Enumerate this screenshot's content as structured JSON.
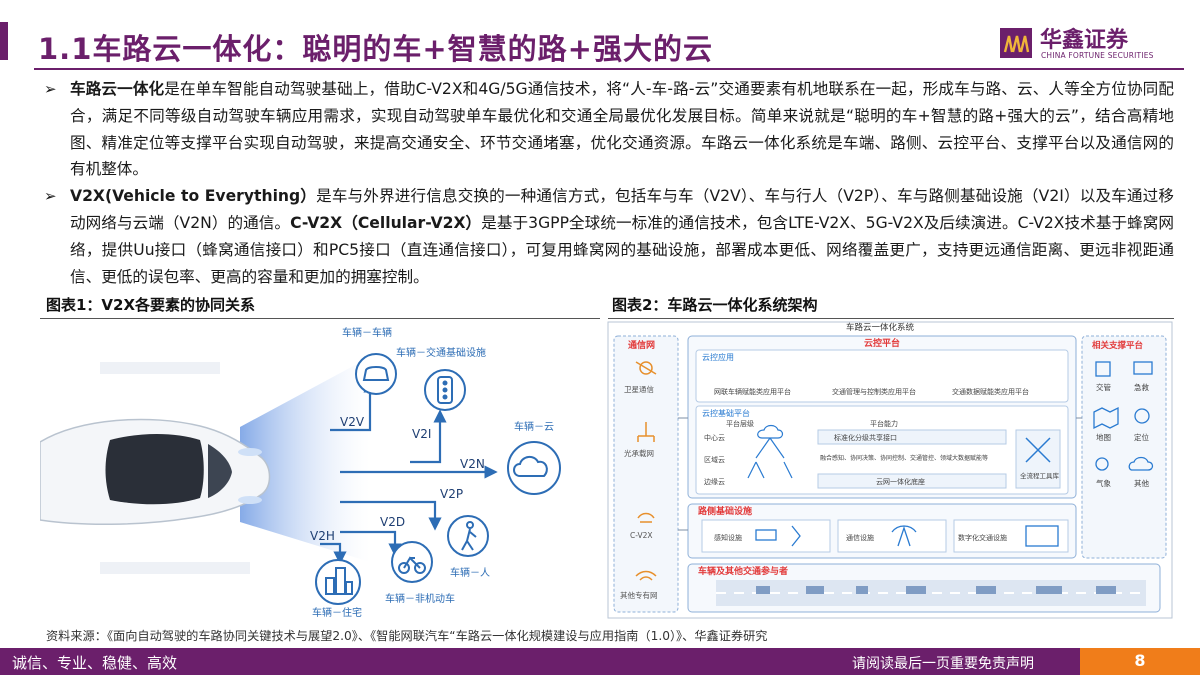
{
  "header": {
    "title": "1.1车路云一体化：聪明的车+智慧的路+强大的云",
    "logo_cn": "华鑫证券",
    "logo_en": "CHINA FORTUNE SECURITIES",
    "brand_color": "#6b1f6b"
  },
  "bullets": [
    {
      "term": "车路云一体化",
      "text": "是在单车智能自动驾驶基础上，借助C-V2X和4G/5G通信技术，将“人-车-路-云”交通要素有机地联系在一起，形成车与路、云、人等全方位协同配合，满足不同等级自动驾驶车辆应用需求，实现自动驾驶单车最优化和交通全局最优化发展目标。简单来说就是“聪明的车+智慧的路+强大的云”，结合高精地图、精准定位等支撑平台实现自动驾驶，来提高交通安全、环节交通堵塞，优化交通资源。车路云一体化系统是车端、路侧、云控平台、支撑平台以及通信网的有机整体。"
    },
    {
      "term": "V2X(Vehicle to Everything）",
      "text1": "是车与外界进行信息交换的一种通信方式，包括车与车（V2V）、车与行人（V2P）、车与路侧基础设施（V2I）以及车通过移动网络与云端（V2N）的通信。",
      "term2": "C-V2X（Cellular-V2X）",
      "text2": "是基于3GPP全球统一标准的通信技术，包含LTE-V2X、5G-V2X及后续演进。C-V2X技术基于蜂窝网络，提供Uu接口（蜂窝通信接口）和PC5接口（直连通信接口），可复用蜂窝网的基础设施，部署成本更低、网络覆盖更广，支持更远通信距离、更远非视距通信、更低的误包率、更高的容量和更加的拥塞控制。"
    }
  ],
  "figure1": {
    "caption": "图表1：V2X各要素的协同关系",
    "nodes": {
      "v2v_title": "车辆－车辆",
      "v2i_title": "车辆－交通基础设施",
      "v2n_title": "车辆－云",
      "v2p_title": "车辆－人",
      "v2d_title": "车辆－非机动车",
      "v2h_title": "车辆－住宅"
    },
    "links": {
      "v2v": "V2V",
      "v2i": "V2I",
      "v2n": "V2N",
      "v2p": "V2P",
      "v2d": "V2D",
      "v2h": "V2H"
    },
    "accent": "#2d6db5"
  },
  "figure2": {
    "caption": "图表2：车路云一体化系统架构",
    "system_title": "车路云一体化系统",
    "network_title": "通信网",
    "network_items": [
      "卫星通信",
      "光承载网",
      "C-V2X",
      "其他专有网"
    ],
    "cloud_title": "云控平台",
    "cloud_app_title": "云控应用",
    "cloud_apps": [
      "网联车辆赋能类应用平台",
      "交通管理与控制类应用平台",
      "交通数据赋能类应用平台"
    ],
    "base_title": "云控基础平台",
    "levels_label": "平台层级",
    "levels": [
      "中心云",
      "区域云",
      "边缘云"
    ],
    "capability_label": "平台能力",
    "capabilities": [
      "标准化分级共享接口",
      "融合感知、协同决策、协同控制、交通管控、领域大数据赋能等",
      "云网一体化底座"
    ],
    "toolkit": "全流程工具库",
    "roadside_title": "路侧基础设施",
    "roadside_items": [
      "感知设施",
      "通信设施",
      "数字化交通设施"
    ],
    "vehicles_title": "车辆及其他交通参与者",
    "support_title": "相关支撑平台",
    "support_items": [
      "交管",
      "急救",
      "地图",
      "定位",
      "气象",
      "其他"
    ],
    "accent_red": "#e23b3b",
    "accent_blue": "#2a7bd1"
  },
  "source": "资料来源：《面向自动驾驶的车路协同关键技术与展望2.0》、《智能网联汽车“车路云一体化规模建设与应用指南（1.0）》、华鑫证券研究",
  "footer": {
    "left": "诚信、专业、稳健、高效",
    "right": "请阅读最后一页重要免责声明",
    "page": "8",
    "page_color": "#f07d1a"
  }
}
